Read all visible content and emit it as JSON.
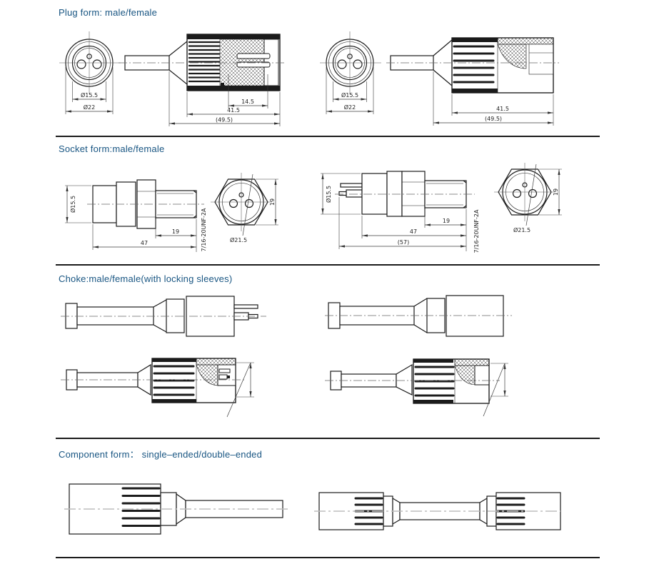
{
  "page": {
    "background": "#ffffff",
    "title_color": "#185582",
    "drawing_line_color": "#1b1b1b"
  },
  "sections": {
    "plug": {
      "title": "Plug form: male/female",
      "front_view": {
        "insert_diameter": "Ø15.5",
        "outer_diameter": "Ø22"
      },
      "male_side_view": {
        "cavity_depth": "14.5",
        "body_length": "41.5",
        "overall_length": "(49.5)"
      },
      "female_side_view": {
        "body_length": "41.5",
        "overall_length": "(49.5)"
      }
    },
    "socket": {
      "title": "Socket form:male/female",
      "male_side_view": {
        "body_diameter": "Ø15.5",
        "thread_length": "19",
        "body_length": "47",
        "thread_spec": "7/16-20UNF-2A"
      },
      "female_side_view": {
        "body_diameter": "Ø15.5",
        "thread_length": "19",
        "body_length": "47",
        "overall_length": "(57)",
        "thread_spec": "7/16-20UNF-2A"
      },
      "hex_front_view": {
        "shell_diameter": "Ø21.5",
        "hex_across_flats": "19"
      }
    },
    "choke": {
      "title": "Choke:male/female(with locking sleeves)"
    },
    "component": {
      "title": "Component form： single–ended/double–ended"
    }
  }
}
